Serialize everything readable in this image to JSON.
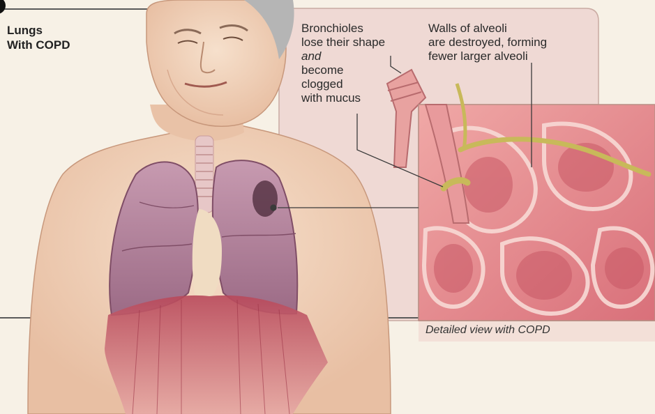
{
  "title": {
    "line1": "Lungs",
    "line2": "With COPD"
  },
  "labels": {
    "bronchioles": {
      "line1": "Bronchioles",
      "line2": "lose their shape",
      "line3": "and",
      "line4": "become",
      "line5": "clogged",
      "line6": "with mucus"
    },
    "alveoli_walls": {
      "line1": "Walls of alveoli",
      "line2": "are destroyed, forming",
      "line3": "fewer larger alveoli"
    }
  },
  "inset_caption": "Detailed view with COPD",
  "colors": {
    "background": "#f7f1e6",
    "panel": "#efd9d4",
    "skin": "#f2d6bf",
    "lung": "#b67f98",
    "tissue": "#e58b90",
    "mucus": "#c8b95a",
    "leader_line": "#3a3a3a"
  }
}
